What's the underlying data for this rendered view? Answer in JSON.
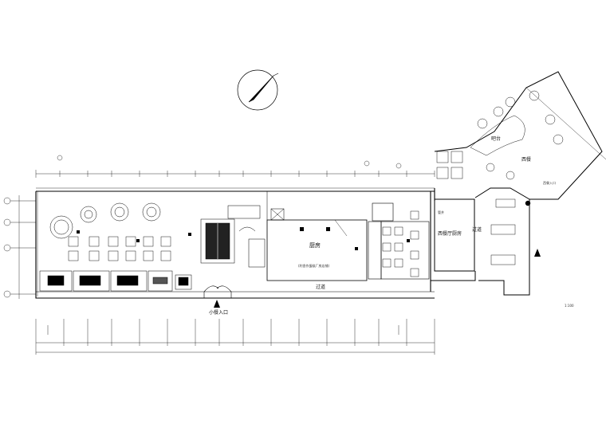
{
  "rooms": {
    "kitchen": "厨房",
    "kitchen_note": "(利舍作蛋糕厂房店铺)",
    "corridor": "过道",
    "western_kitchen": "西餐厅厨房",
    "passage": "过道",
    "bar": "吧台",
    "western_restaurant": "西餐",
    "shaft": "管井",
    "entrance_main": "小餐入口",
    "entrance_side": "西餐入口"
  },
  "scale_note": "1:100"
}
